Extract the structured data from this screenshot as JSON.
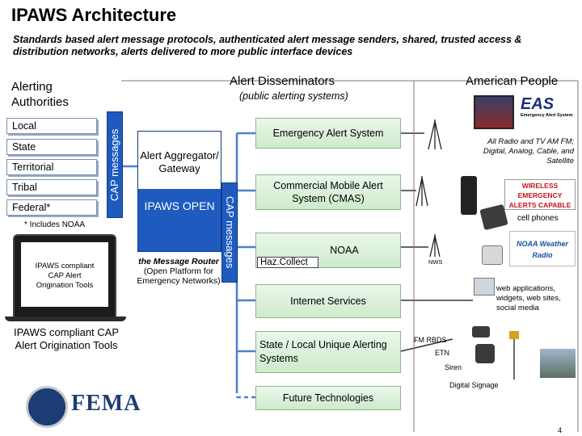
{
  "title": "IPAWS Architecture",
  "subtitle": "Standards based alert message protocols, authenticated alert message senders, shared, trusted access & distribution networks, alerts delivered to more public interface devices",
  "alerting_authorities": {
    "heading": "Alerting Authorities",
    "tiers": [
      "Local",
      "State",
      "Territorial",
      "Tribal",
      "Federal*"
    ],
    "footnote": "* Includes NOAA",
    "cap_messages": "CAP messages",
    "laptop_screen_text": "IPAWS compliant CAP Alert Origination Tools",
    "laptop_caption": "IPAWS compliant CAP Alert Origination Tools"
  },
  "aggregator": {
    "label": "Alert Aggregator/ Gateway",
    "ipaws_open": "IPAWS OPEN",
    "caption_title": "the Message Router",
    "caption_body": "(Open Platform for Emergency Networks)",
    "cap_messages": "CAP messages"
  },
  "disseminators": {
    "heading": "Alert Disseminators",
    "subheading": "(public alerting systems)",
    "items": {
      "eas": "Emergency Alert System",
      "cmas": "Commercial Mobile Alert System (CMAS)",
      "noaa": "NOAA",
      "hazcollect": "Haz.Collect",
      "internet": "Internet Services",
      "state_local": "State / Local Unique Alerting Systems",
      "future": "Future Technologies"
    }
  },
  "american_people": {
    "heading": "American People",
    "eas_logo": "EAS",
    "eas_logo_sub": "Emergency Alert System",
    "radio_tv": "All Radio and TV AM FM; Digital, Analog, Cable, and Satellite",
    "wea_logo": "WIRELESS EMERGENCY ALERTS CAPABLE",
    "cell_phones": "cell phones",
    "noaa_logo": "NOAA Weather Radio",
    "nws": "NWS",
    "web": "web applications, widgets, web sites, social media",
    "fm_rbds": "FM RBDS",
    "etn": "ETN",
    "siren": "Siren",
    "digital_signage": "Digital Signage"
  },
  "fema_logo": "FEMA",
  "page_number": "4",
  "colors": {
    "blue": "#1f5bbf",
    "line_blue": "#4a7fd0",
    "green_fill": "#d8efd4"
  }
}
